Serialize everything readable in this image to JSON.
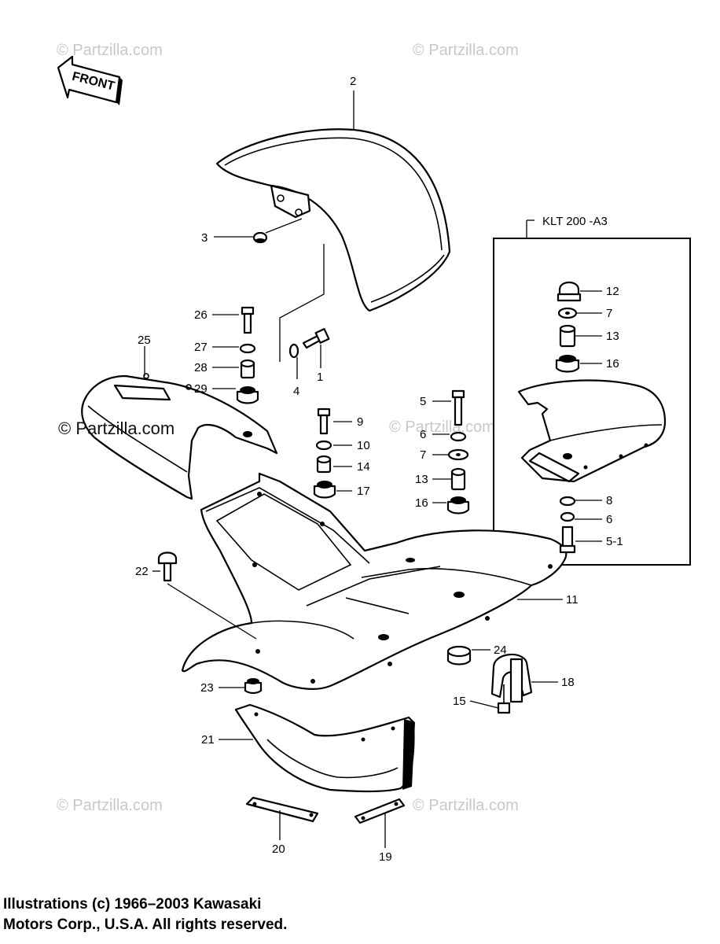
{
  "front_arrow": {
    "label": "FRONT"
  },
  "variant_box": {
    "label": "KLT 200 -A3"
  },
  "watermarks": {
    "top_left": "© Partzilla.com",
    "top_right": "© Partzilla.com",
    "mid_left": "© Partzilla.com",
    "mid_center": "© Partzilla.com",
    "bottom_left": "© Partzilla.com",
    "bottom_right": "© Partzilla.com"
  },
  "callouts": {
    "c1": "1",
    "c2": "2",
    "c3": "3",
    "c4": "4",
    "c5": "5",
    "c5_1": "5-1",
    "c6a": "6",
    "c6b": "6",
    "c7a": "7",
    "c7b": "7",
    "c8": "8",
    "c9": "9",
    "c10": "10",
    "c11": "11",
    "c12": "12",
    "c13a": "13",
    "c13b": "13",
    "c14": "14",
    "c15": "15",
    "c16a": "16",
    "c16b": "16",
    "c17": "17",
    "c18": "18",
    "c19": "19",
    "c20": "20",
    "c21": "21",
    "c22": "22",
    "c23": "23",
    "c24": "24",
    "c25": "25",
    "c26": "26",
    "c27": "27",
    "c28": "28",
    "c29": "29"
  },
  "copyright": {
    "line1": "Illustrations (c) 1966–2003 Kawasaki",
    "line2": "Motors Corp., U.S.A.  All rights reserved."
  }
}
